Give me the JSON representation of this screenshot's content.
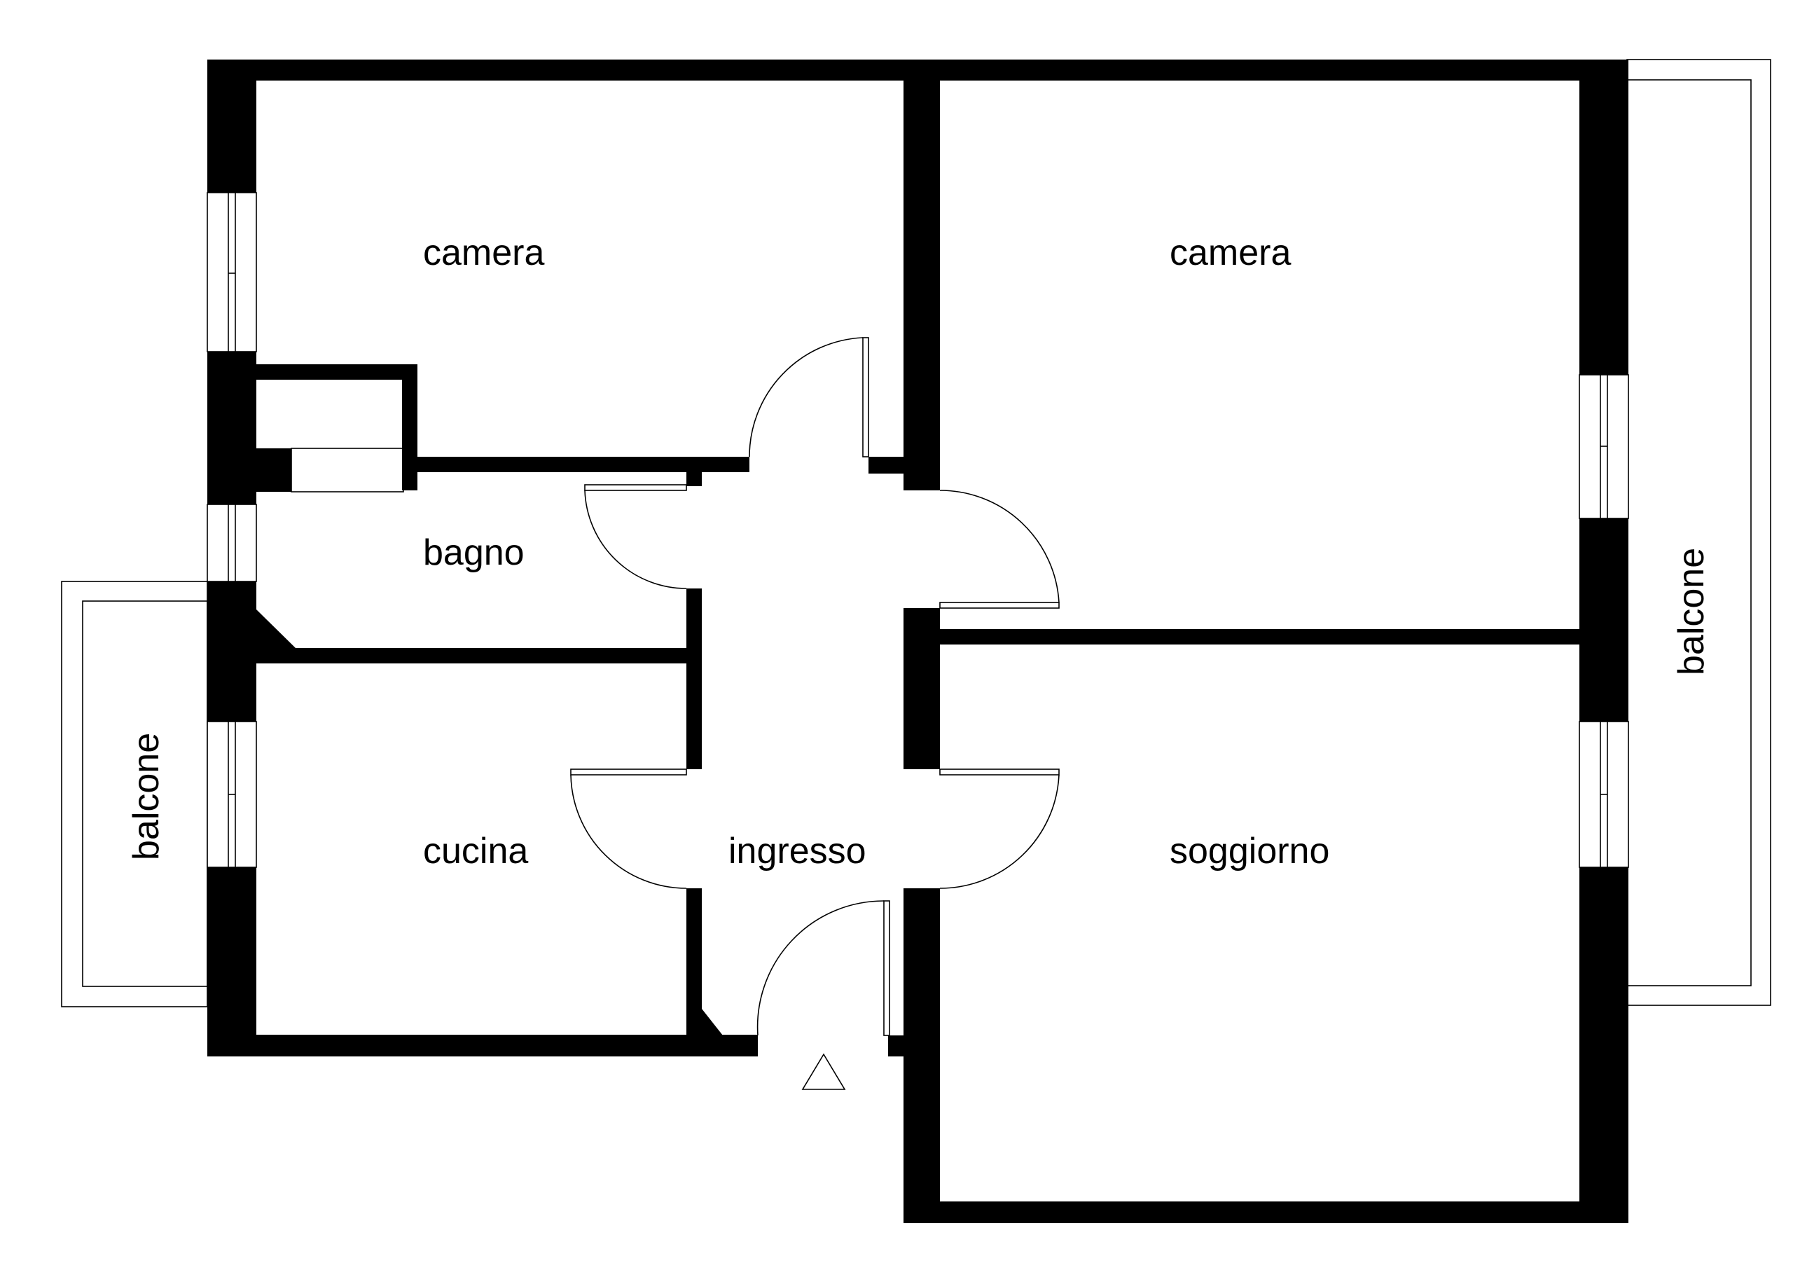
{
  "rooms": {
    "camera_left": "camera",
    "camera_right": "camera",
    "bagno": "bagno",
    "cucina": "cucina",
    "ingresso": "ingresso",
    "soggiorno": "soggiorno",
    "balcone_left": "balcone",
    "balcone_right": "balcone"
  },
  "icons": {
    "entrance": "entrance-triangle-icon"
  },
  "colors": {
    "wall": "#000000",
    "background": "#ffffff"
  }
}
